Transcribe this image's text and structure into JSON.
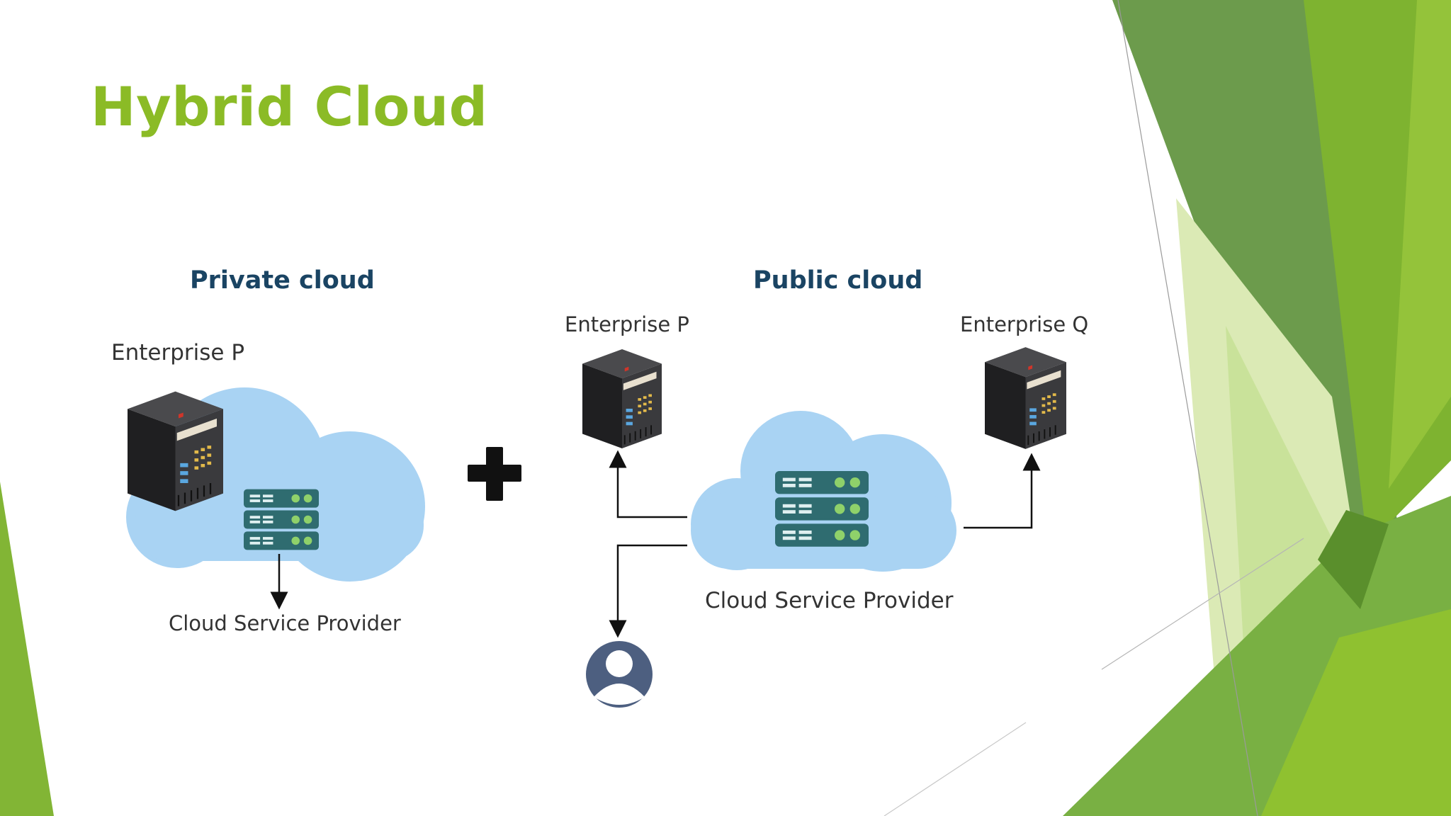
{
  "title": "Hybrid Cloud",
  "diagram": {
    "private": {
      "heading": "Private cloud",
      "enterprise_label": "Enterprise P",
      "provider_label": "Cloud Service Provider"
    },
    "public": {
      "heading": "Public cloud",
      "enterprise_p_label": "Enterprise P",
      "enterprise_q_label": "Enterprise Q",
      "provider_label": "Cloud Service Provider"
    }
  },
  "colors": {
    "title": "#8bbb26",
    "heading": "#1a4463",
    "cloud": "#a9d3f3",
    "server_rack": "#2f6c70",
    "server_dots": "#8fd16a",
    "tower": "#2e2e30",
    "user_icon": "#4d5f80",
    "green_dark": "#6a9a48",
    "green_mid": "#7fb236",
    "green_light": "#92c13a"
  },
  "icons": [
    "plus-icon",
    "server-tower-icon",
    "server-rack-icon",
    "cloud-icon",
    "user-icon",
    "arrow-icon"
  ]
}
